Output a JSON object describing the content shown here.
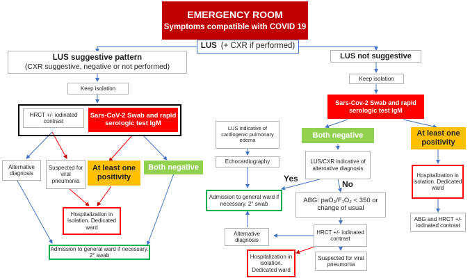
{
  "colors": {
    "red": "#ff0000",
    "dark_red": "#c00000",
    "green": "#92d050",
    "yellow": "#ffc000",
    "blue_arrow": "#4472c4",
    "green_border": "#00b050"
  },
  "header": {
    "line1": "EMERGENCY ROOM",
    "line2": "Symptoms compatible with COVID 19"
  },
  "lus": {
    "label": "LUS",
    "extra": "(+ CXR if performed)"
  },
  "left": {
    "suggestive_title": "LUS suggestive pattern",
    "suggestive_sub": "(CXR suggestive, negative or not performed)",
    "keep_isolation": "Keep isolation",
    "hrct": "HRCT +/- iodinated contrast",
    "swab": "Sars-CoV-2 Swab and rapid serologic test IgM",
    "alternative": "Alternative diagnosis",
    "suspected": "Suspected for viral pneumonia",
    "positivity": "At least one positivity",
    "both_negative": "Both negative",
    "hospitalization": "Hospitalization in isolation. Dedicated ward",
    "admission": "Admission to general ward if necessary. 2° swab"
  },
  "right": {
    "not_suggestive": "LUS not suggestive",
    "keep_isolation": "Keep isolation",
    "swab": "Sars-Cov-2 Swab and rapid serologic test IgM",
    "cardiogenic": "LUS indicative of cardiogenic pulmonary edema",
    "both_negative": "Both negative",
    "positivity": "At least one positivity",
    "echo": "Echocardiography",
    "alternative_lus": "LUS/CXR indicative of alternative diagnosis",
    "hospitalization": "Hospitalization in isolation. Dedicated ward",
    "yes": "Yes",
    "no": "No",
    "admission": "Admission to general ward if necessary. 2° swab",
    "abg": "ABG: paO₂/F₁O₂ < 350 or change of usual",
    "abg_hrct": "ABG and HRCT +/- iodinated contrast",
    "alternative": "Alternative diagnosis",
    "hrct": "HRCT +/- iodinated contrast",
    "hospitalization2": "Hospitalization in isolation. Dedicated ward",
    "suspected": "Suspected for viral pneumonia"
  }
}
